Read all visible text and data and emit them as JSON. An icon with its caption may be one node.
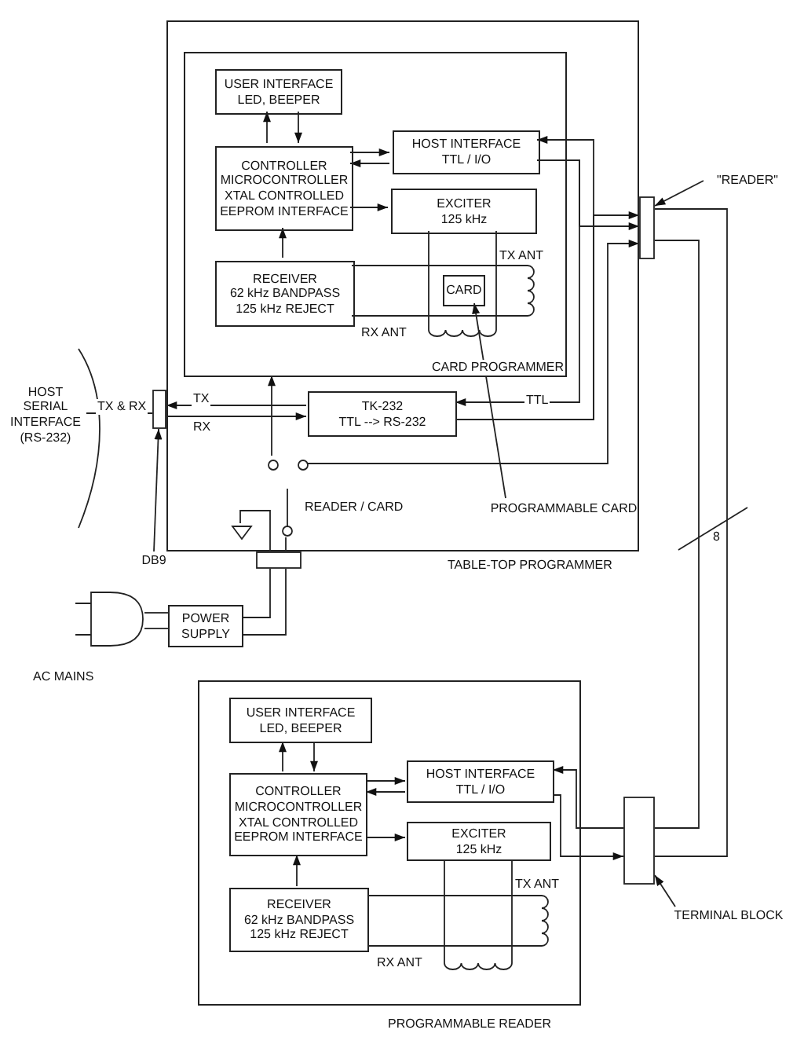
{
  "diagram": {
    "nodes": [
      {
        "text": [
          "TABLE-TOP PROGRAMMER"
        ]
      },
      {
        "text": [
          "CARD PROGRAMMER"
        ],
        "in": 0
      },
      {
        "text": [
          "USER INTERFACE",
          "LED, BEEPER"
        ],
        "in": 1
      },
      {
        "text": [
          "CONTROLLER",
          "MICROCONTROLLER XTAL CONTROLLED EEPROM INTERFACE"
        ],
        "in": 1
      },
      {
        "text": [
          "HOST INTERFACE",
          "TTL / I/O"
        ],
        "in": 1
      },
      {
        "text": [
          "EXCITER",
          "125 kHz"
        ],
        "in": 1
      },
      {
        "text": [
          "RECEIVER",
          "62 kHz BANDPASS 125 kHz REJECT"
        ],
        "in": 1
      },
      {
        "text": [
          "CARD"
        ],
        "in": 1
      },
      {
        "text": [
          "TK-232",
          "TTL --> RS-232"
        ],
        "in": 0
      },
      {
        "text": [],
        "shape": "switch",
        "in": 0
      },
      {
        "text": [],
        "shape": "ground",
        "in": 0
      },
      {
        "text": [],
        "shape": "box"
      },
      {
        "text": [],
        "shape": "box"
      },
      {
        "text": [],
        "shape": "box"
      },
      {
        "text": [
          "\"READER\""
        ]
      },
      {
        "text": [
          "HOST SERIAL INTERFACE (RS-232)"
        ]
      },
      {
        "text": [
          "DB9"
        ]
      },
      {
        "text": [
          "PROGRAMMABLE CARD"
        ],
        "in": 0
      },
      {
        "text": [],
        "shape": "plug",
        "beside": [
          "AC MAINS"
        ]
      },
      {
        "text": [
          "POWER SUPPLY"
        ]
      },
      {
        "text": [
          "PROGRAMMABLE READER"
        ]
      },
      {
        "text": [
          "USER INTERFACE",
          "LED, BEEPER"
        ],
        "in": 20
      },
      {
        "text": [
          "CONTROLLER",
          "MICROCONTROLLER XTAL CONTROLLED EEPROM INTERFACE"
        ],
        "in": 20
      },
      {
        "text": [
          "HOST INTERFACE",
          "TTL / I/O"
        ],
        "in": 20
      },
      {
        "text": [
          "EXCITER",
          "125 kHz"
        ],
        "in": 20
      },
      {
        "text": [
          "RECEIVER",
          "62 kHz BANDPASS 125 kHz REJECT"
        ],
        "in": 20
      },
      {
        "text": [],
        "shape": "box"
      },
      {
        "text": [
          "TERMINAL BLOCK"
        ]
      }
    ],
    "edges": [
      {
        "from": 3,
        "to": 2,
        "arrow": "to"
      },
      {
        "from": 2,
        "to": 3,
        "arrow": "to"
      },
      {
        "from": 3,
        "to": 4,
        "arrow": "to"
      },
      {
        "from": 4,
        "to": 3,
        "arrow": "to"
      },
      {
        "from": 3,
        "to": 5,
        "arrow": "to"
      },
      {
        "from": 6,
        "to": 3,
        "arrow": "to"
      },
      {
        "from": 8,
        "to": 4,
        "arrow": "to"
      },
      {
        "from": 4,
        "to": 8,
        "arrow": "to",
        "label": "TTL"
      },
      {
        "from": 8,
        "to": 11,
        "arrow": "to"
      },
      {
        "from": 4,
        "to": 11,
        "arrow": "to"
      },
      {
        "from": 9,
        "to": 11,
        "arrow": "to"
      },
      {
        "from": 9,
        "to": 1,
        "arrow": "to"
      },
      {
        "from": 8,
        "to": 12,
        "arrow": "to",
        "label": "TX"
      },
      {
        "from": 12,
        "to": 8,
        "arrow": "to",
        "label": "RX"
      },
      {
        "from": 15,
        "to": 12,
        "arrow": "none",
        "label": "TX & RX"
      },
      {
        "from": 16,
        "to": 12,
        "arrow": "to"
      },
      {
        "from": 14,
        "to": 11,
        "arrow": "to"
      },
      {
        "from": 17,
        "to": 7,
        "arrow": "to"
      },
      {
        "from": 13,
        "to": 9,
        "arrow": "none"
      },
      {
        "from": 13,
        "to": 10,
        "arrow": "none"
      },
      {
        "from": 19,
        "to": 13,
        "arrow": "none"
      },
      {
        "from": 19,
        "to": 13,
        "arrow": "none"
      },
      {
        "from": 18,
        "to": 19,
        "arrow": "none"
      },
      {
        "from": 18,
        "to": 19,
        "arrow": "none"
      },
      {
        "from": 11,
        "to": 26,
        "arrow": "none"
      },
      {
        "from": 11,
        "to": 26,
        "arrow": "none"
      },
      {
        "from": 22,
        "to": 21,
        "arrow": "to"
      },
      {
        "from": 21,
        "to": 22,
        "arrow": "to"
      },
      {
        "from": 22,
        "to": 23,
        "arrow": "to"
      },
      {
        "from": 23,
        "to": 22,
        "arrow": "to"
      },
      {
        "from": 22,
        "to": 24,
        "arrow": "to"
      },
      {
        "from": 25,
        "to": 22,
        "arrow": "to"
      },
      {
        "from": 26,
        "to": 23,
        "arrow": "to"
      },
      {
        "from": 23,
        "to": 26,
        "arrow": "to"
      },
      {
        "from": 27,
        "to": 26,
        "arrow": "to"
      }
    ],
    "labels": [
      "TX ANT",
      "RX ANT",
      "READER / CARD",
      "8",
      "TX ANT",
      "RX ANT"
    ]
  }
}
